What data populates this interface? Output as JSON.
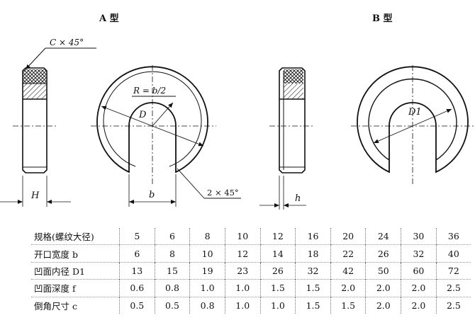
{
  "labels": {
    "type_a": "A 型",
    "type_b": "B 型",
    "chamfer_top": "C × 45°",
    "radius": "R = b/2",
    "dia_D": "D",
    "dia_D1": "D1",
    "chamfer_bottom": "2 × 45°",
    "dim_H": "H",
    "dim_b": "b",
    "dim_h": "h"
  },
  "table": {
    "rows": [
      {
        "label": "规格(螺纹大径)",
        "values": [
          "5",
          "6",
          "8",
          "10",
          "12",
          "16",
          "20",
          "24",
          "30",
          "36"
        ]
      },
      {
        "label": "开口宽度 b",
        "values": [
          "6",
          "8",
          "10",
          "12",
          "14",
          "18",
          "22",
          "26",
          "32",
          "40"
        ]
      },
      {
        "label": "凹面内径 D1",
        "values": [
          "13",
          "15",
          "19",
          "23",
          "26",
          "32",
          "42",
          "50",
          "60",
          "72"
        ]
      },
      {
        "label": "凹面深度 f",
        "values": [
          "0.6",
          "0.8",
          "1.0",
          "1.0",
          "1.5",
          "1.5",
          "2.0",
          "2.0",
          "2.0",
          "2.5"
        ]
      },
      {
        "label": "倒角尺寸 c",
        "values": [
          "0.5",
          "0.5",
          "0.8",
          "1.0",
          "1.0",
          "1.5",
          "1.5",
          "2.0",
          "2.0",
          "2.5"
        ]
      }
    ]
  }
}
